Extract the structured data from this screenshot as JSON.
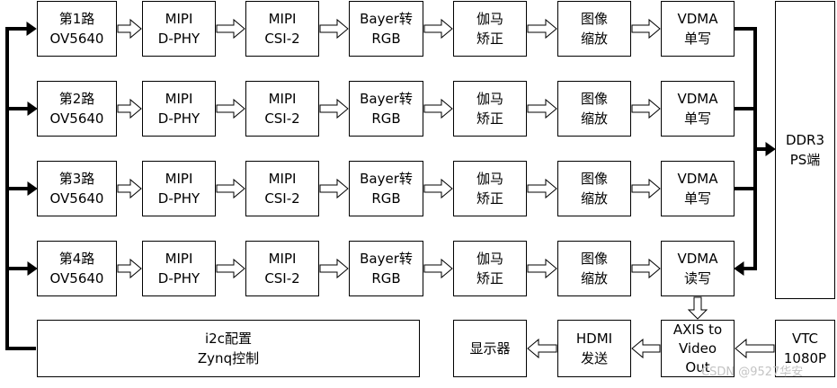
{
  "pipeline": {
    "rows": [
      {
        "camera": "第1路\nOV5640",
        "dphy": "MIPI\nD-PHY",
        "csi": "MIPI\nCSI-2",
        "bayer": "Bayer转\nRGB",
        "gamma": "伽马\n矫正",
        "scale": "图像\n缩放",
        "vdma": "VDMA\n单写"
      },
      {
        "camera": "第2路\nOV5640",
        "dphy": "MIPI\nD-PHY",
        "csi": "MIPI\nCSI-2",
        "bayer": "Bayer转\nRGB",
        "gamma": "伽马\n矫正",
        "scale": "图像\n缩放",
        "vdma": "VDMA\n单写"
      },
      {
        "camera": "第3路\nOV5640",
        "dphy": "MIPI\nD-PHY",
        "csi": "MIPI\nCSI-2",
        "bayer": "Bayer转\nRGB",
        "gamma": "伽马\n矫正",
        "scale": "图像\n缩放",
        "vdma": "VDMA\n单写"
      },
      {
        "camera": "第4路\nOV5640",
        "dphy": "MIPI\nD-PHY",
        "csi": "MIPI\nCSI-2",
        "bayer": "Bayer转\nRGB",
        "gamma": "伽马\n矫正",
        "scale": "图像\n缩放",
        "vdma": "VDMA\n读写"
      }
    ],
    "ddr": "DDR3\nPS端",
    "i2c": "i2c配置\nZynq控制",
    "display": "显示器",
    "hdmi": "HDMI\n发送",
    "axis": "AXIS to\nVideo\nOut",
    "vtc": "VTC\n1080P"
  },
  "watermark": "CSDN @9527华安"
}
